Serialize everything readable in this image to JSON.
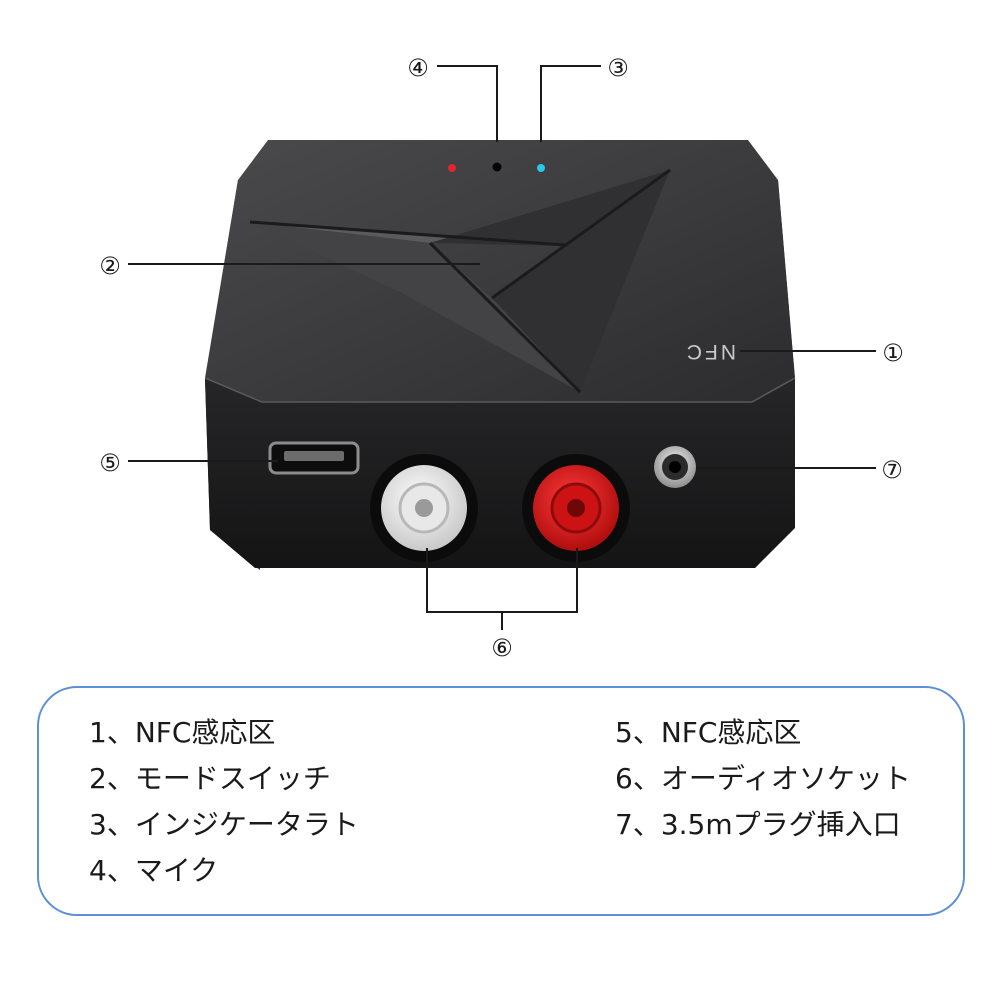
{
  "callouts": {
    "c1": "①",
    "c2": "②",
    "c3": "③",
    "c4": "④",
    "c5": "⑤",
    "c6": "⑥",
    "c7": "⑦"
  },
  "device": {
    "nfc_label": "NFC"
  },
  "legend": {
    "left": [
      "1、NFC感応区",
      "2、モードスイッチ",
      "3、インジケータラト",
      "4、マイク"
    ],
    "right": [
      "5、NFC感応区",
      "6、オーディオソケット",
      "7、3.5mプラグ挿入口"
    ]
  }
}
